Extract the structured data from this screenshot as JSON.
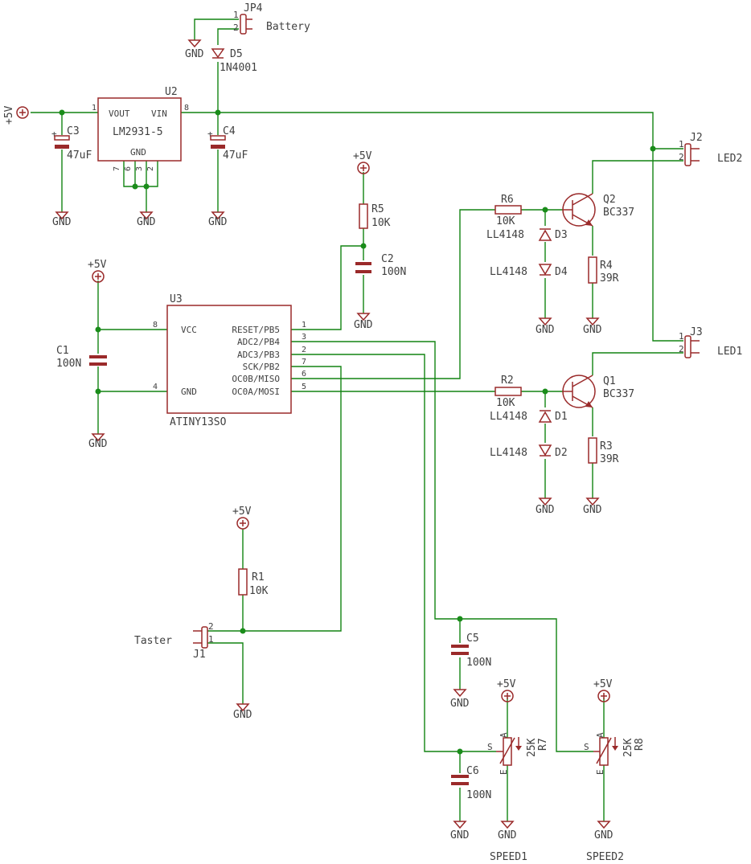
{
  "parts": {
    "jp4": {
      "ref": "JP4",
      "value": "Battery",
      "pin1": "1",
      "pin2": "2"
    },
    "d5": {
      "ref": "D5",
      "value": "1N4001"
    },
    "u2": {
      "ref": "U2",
      "value": "LM2931-5",
      "vout": "VOUT",
      "vin": "VIN",
      "gnd": "GND",
      "pin_in": "8",
      "pin_out": "1",
      "gnd_pins": [
        "7",
        "6",
        "3",
        "2"
      ]
    },
    "c3": {
      "ref": "C3",
      "value": "47uF"
    },
    "c4": {
      "ref": "C4",
      "value": "47uF"
    },
    "j2": {
      "ref": "J2",
      "value": "LED2",
      "pin1": "1",
      "pin2": "2"
    },
    "j3": {
      "ref": "J3",
      "value": "LED1",
      "pin1": "1",
      "pin2": "2"
    },
    "r5": {
      "ref": "R5",
      "value": "10K"
    },
    "c2": {
      "ref": "C2",
      "value": "100N"
    },
    "r6": {
      "ref": "R6",
      "value": "10K"
    },
    "r2": {
      "ref": "R2",
      "value": "10K"
    },
    "q2": {
      "ref": "Q2",
      "value": "BC337"
    },
    "q1": {
      "ref": "Q1",
      "value": "BC337"
    },
    "d3": {
      "ref": "D3",
      "value": "LL4148"
    },
    "d4": {
      "ref": "D4",
      "value": "LL4148"
    },
    "d1": {
      "ref": "D1",
      "value": "LL4148"
    },
    "d2": {
      "ref": "D2",
      "value": "LL4148"
    },
    "r4": {
      "ref": "R4",
      "value": "39R"
    },
    "r3": {
      "ref": "R3",
      "value": "39R"
    },
    "c1": {
      "ref": "C1",
      "value": "100N"
    },
    "u3": {
      "ref": "U3",
      "value": "ATINY13SO",
      "left_pins": [
        {
          "name": "VCC",
          "num": "8"
        },
        {
          "name": "GND",
          "num": "4"
        }
      ],
      "right_pins": [
        {
          "name": "RESET/PB5",
          "num": "1"
        },
        {
          "name": "ADC2/PB4",
          "num": "3"
        },
        {
          "name": "ADC3/PB3",
          "num": "2"
        },
        {
          "name": "SCK/PB2",
          "num": "7"
        },
        {
          "name": "OC0B/MISO",
          "num": "6"
        },
        {
          "name": "OC0A/MOSI",
          "num": "5"
        }
      ]
    },
    "r1": {
      "ref": "R1",
      "value": "10K"
    },
    "j1": {
      "ref": "J1",
      "value": "Taster",
      "pin1": "1",
      "pin2": "2"
    },
    "c5": {
      "ref": "C5",
      "value": "100N"
    },
    "c6": {
      "ref": "C6",
      "value": "100N"
    },
    "r7": {
      "ref": "R7",
      "value": "25K",
      "pin_a": "A",
      "pin_e": "E",
      "pin_s": "S",
      "name": "SPEED1"
    },
    "r8": {
      "ref": "R8",
      "value": "25K",
      "pin_a": "A",
      "pin_e": "E",
      "pin_s": "S",
      "name": "SPEED2"
    }
  },
  "supply": {
    "vcc": "+5V",
    "gnd": "GND",
    "plus": "+"
  }
}
